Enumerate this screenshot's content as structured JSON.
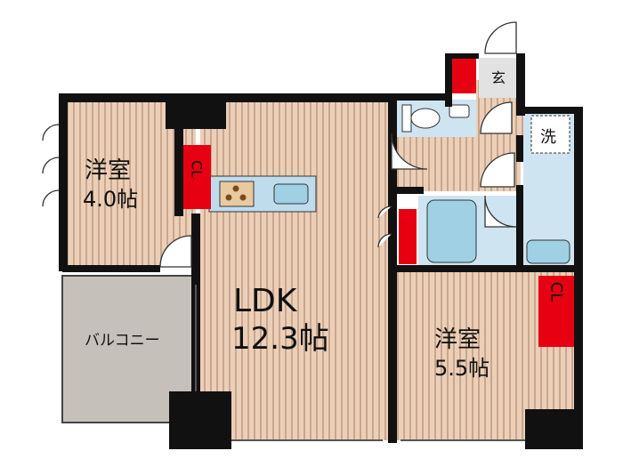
{
  "rooms": {
    "western_room_1": {
      "name": "洋室",
      "size": "4.0帖"
    },
    "ldk": {
      "name": "LDK",
      "size": "12.3帖"
    },
    "western_room_2": {
      "name": "洋室",
      "size": "5.5帖"
    },
    "balcony": {
      "name": "バルコニー"
    },
    "entrance": {
      "name": "玄"
    },
    "washroom": {
      "name": "洗"
    },
    "closet_1": {
      "name": "CL"
    },
    "closet_2": {
      "name": "CL"
    }
  },
  "colors": {
    "wall": "#111111",
    "floor_wood": "#eccfb7",
    "floor_stripe": "#c8a78e",
    "wet_area": "#cfe4f1",
    "storage": "#e60012",
    "balcony": "#c6c0ba"
  }
}
